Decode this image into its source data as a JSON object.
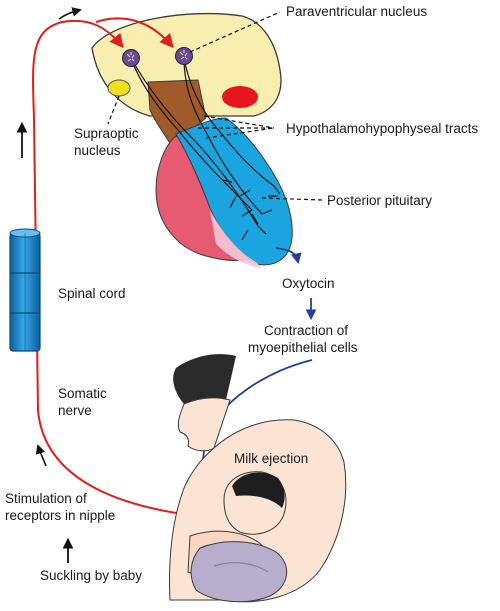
{
  "labels": {
    "paraventricular": "Paraventricular nucleus",
    "supraoptic_line1": "Supraoptic",
    "supraoptic_line2": "nucleus",
    "tracts": "Hypothalamohypophyseal tracts",
    "posterior_pituitary": "Posterior pituitary",
    "oxytocin": "Oxytocin",
    "contraction_line1": "Contraction of",
    "contraction_line2": "myoepithelial cells",
    "spinal_cord": "Spinal cord",
    "somatic_line1": "Somatic",
    "somatic_line2": "nerve",
    "milk_ejection": "Milk ejection",
    "stimulation_line1": "Stimulation of",
    "stimulation_line2": "receptors in nipple",
    "suckling": "Suckling by baby"
  },
  "colors": {
    "hypothalamus": "#f8eeb0",
    "stalk": "#a05a2a",
    "anterior_pituitary": "#e65a72",
    "posterior_pituitary": "#1aa5e0",
    "nerve_pathway": "#e01e1e",
    "oxytocin_pathway": "#1f3f9a",
    "spinal_cord": "#1e8fd0",
    "nucleus": "#6a4c8c",
    "supraoptic_marker": "#f0e020",
    "red_body": "#e8141e"
  }
}
